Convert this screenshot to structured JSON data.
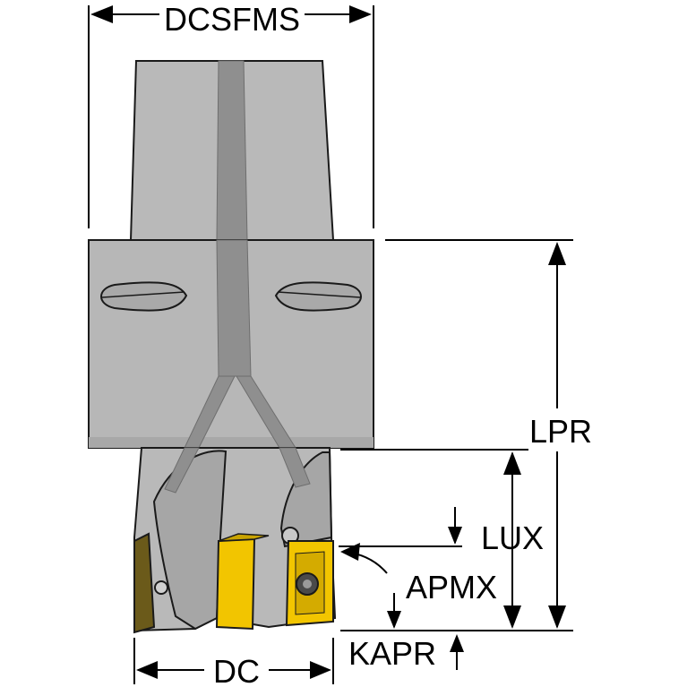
{
  "diagram": {
    "labels": {
      "dcsfms": "DCSFMS",
      "lpr": "LPR",
      "lux": "LUX",
      "apmx": "APMX",
      "kapr": "KAPR",
      "dc": "DC"
    }
  },
  "colors": {
    "body_gray": "#b8b8b8",
    "body_shadow": "#9e9e9e",
    "coolant_channel": "#8c8c8c",
    "insert_yellow": "#f2c500",
    "insert_dark": "#5a5a5a",
    "outline": "#1a1a1a",
    "dimension_line": "#000000"
  }
}
